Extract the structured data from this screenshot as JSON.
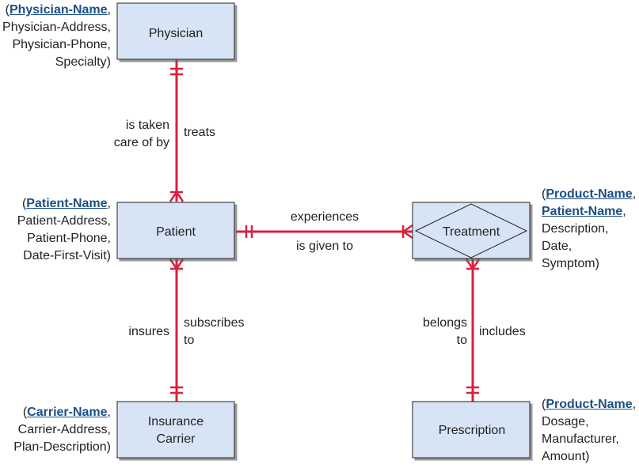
{
  "entities": {
    "physician": {
      "label": "Physician"
    },
    "patient": {
      "label": "Patient"
    },
    "treatment": {
      "label": "Treatment"
    },
    "insurance_carrier": {
      "line1": "Insurance",
      "line2": "Carrier"
    },
    "prescription": {
      "label": "Prescription"
    }
  },
  "relationships": {
    "physician_patient": {
      "upper_line1": "is taken",
      "upper_line2": "care of by",
      "lower": "treats"
    },
    "patient_treatment": {
      "top": "experiences",
      "bottom": "is given to"
    },
    "patient_carrier": {
      "left": "insures",
      "right_line1": "subscribes",
      "right_line2": "to"
    },
    "treatment_prescription": {
      "left_line1": "belongs",
      "left_line2": "to",
      "right": "includes"
    }
  },
  "attributes": {
    "physician": {
      "key": "Physician-Name",
      "rest1": "Physician-Address,",
      "rest2": "Physician-Phone,",
      "rest3": "Specialty)"
    },
    "patient": {
      "key": "Patient-Name",
      "rest1": "Patient-Address,",
      "rest2": "Patient-Phone,",
      "rest3": "Date-First-Visit)"
    },
    "carrier": {
      "key": "Carrier-Name",
      "rest1": "Carrier-Address,",
      "rest2": "Plan-Description)"
    },
    "treatment": {
      "key1": "Product-Name",
      "key2": "Patient-Name",
      "rest1": "Description,",
      "rest2": "Date,",
      "rest3": "Symptom)"
    },
    "prescription": {
      "key": "Product-Name",
      "rest1": "Dosage,",
      "rest2": "Manufacturer,",
      "rest3": "Amount)"
    }
  },
  "colors": {
    "entity_fill": "#d6e4f5",
    "line": "#d9203f",
    "key_text": "#1b4f86"
  }
}
